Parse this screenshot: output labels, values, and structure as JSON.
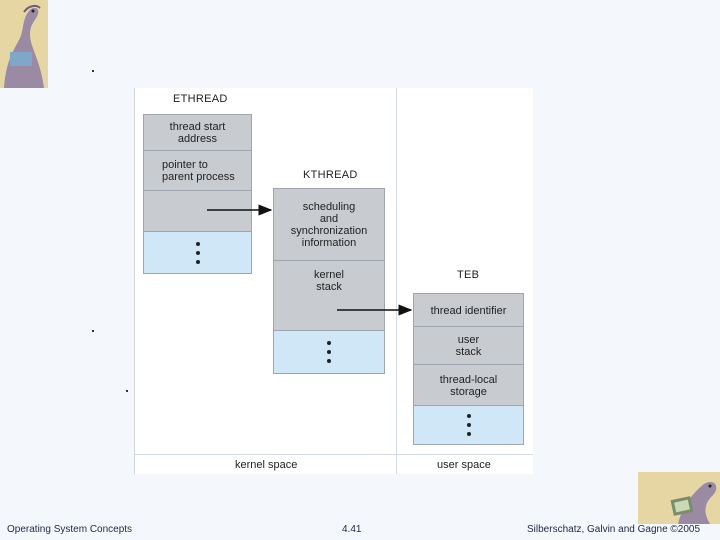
{
  "ethread": {
    "title": "ETHREAD",
    "fields": [
      "thread start\naddress",
      "pointer to\nparent process"
    ]
  },
  "kthread": {
    "title": "KTHREAD",
    "fields": [
      "scheduling\nand\nsynchronization\ninformation",
      "kernel\nstack"
    ]
  },
  "teb": {
    "title": "TEB",
    "fields": [
      "thread identifier",
      "user\nstack",
      "thread-local\nstorage"
    ]
  },
  "spaces": {
    "kernel": "kernel space",
    "user": "user space"
  },
  "footer": {
    "left": "Operating System Concepts",
    "center": "4.41",
    "right": "Silberschatz, Galvin and Gagne ©2005"
  },
  "colors": {
    "field_fill": "#c8cbd0",
    "ellipsis_fill": "#cfe7f7",
    "arrow": "#111111"
  },
  "icons": [
    "dinosaur-logo-icon",
    "dinosaur-laptop-logo-icon"
  ]
}
